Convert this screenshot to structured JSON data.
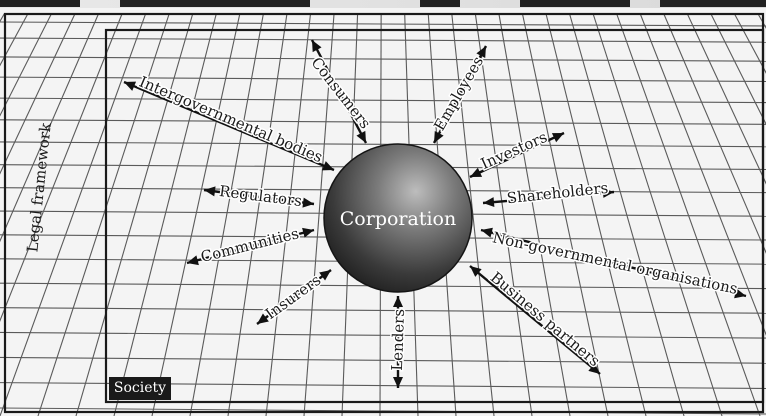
{
  "diagram": {
    "center_label": "Corporation",
    "outer_frame_label": "Legal framework",
    "inner_frame_label": "Society",
    "stakeholders": [
      {
        "key": "consumers",
        "label": "Consumers"
      },
      {
        "key": "employees",
        "label": "Employees"
      },
      {
        "key": "intergovernmental",
        "label": "Intergovernmental bodies"
      },
      {
        "key": "investors",
        "label": "Investors"
      },
      {
        "key": "regulators",
        "label": "Regulators"
      },
      {
        "key": "shareholders",
        "label": "Shareholders"
      },
      {
        "key": "communities",
        "label": "Communities"
      },
      {
        "key": "ngos",
        "label": "Non-governmental organisations"
      },
      {
        "key": "insurers",
        "label": "Insurers"
      },
      {
        "key": "lenders",
        "label": "Lenders"
      },
      {
        "key": "business-partners",
        "label": "Business partners"
      }
    ]
  },
  "colors": {
    "background": "#f4f4f4",
    "grid": "#5a5a5a",
    "sphere_dark": "#1e1e1e",
    "sphere_light": "#bdbdbd",
    "text": "#1b1b1b"
  }
}
